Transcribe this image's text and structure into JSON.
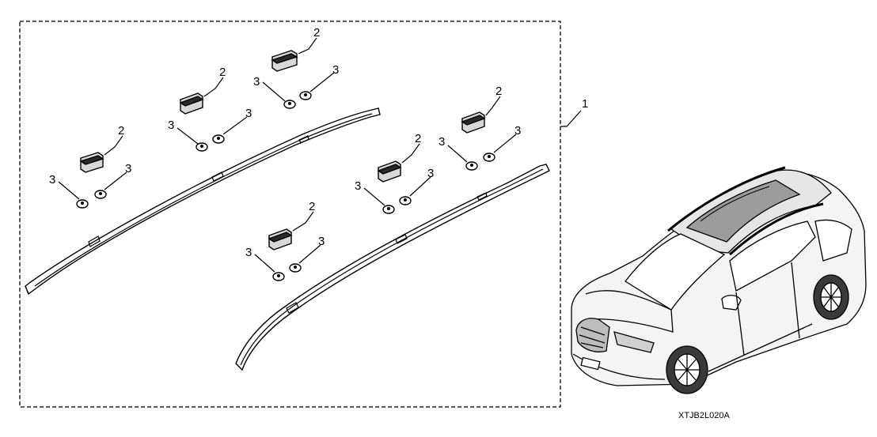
{
  "callouts": {
    "kit": "1",
    "end_cap": "2",
    "fastener": "3"
  },
  "diagram_code": "XTJB2L020A"
}
